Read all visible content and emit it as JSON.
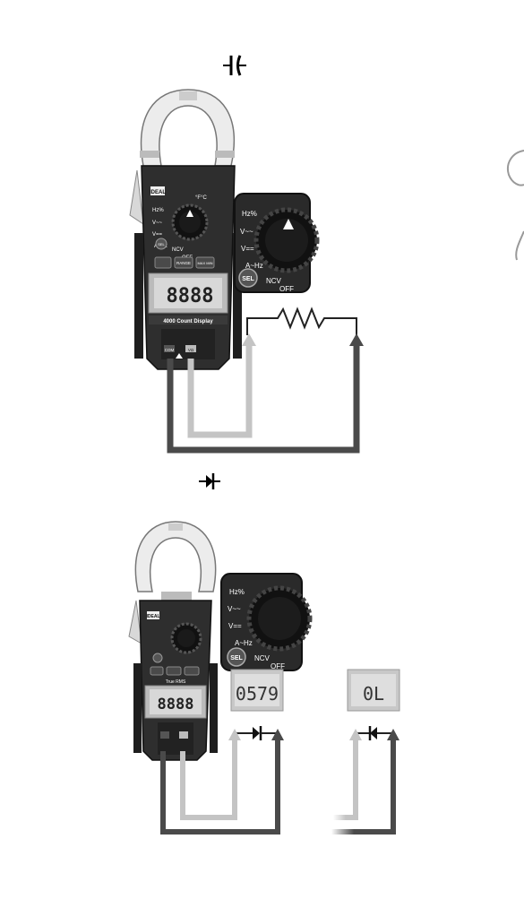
{
  "sections": [
    {
      "symbol_icon": "capacitor-symbol-icon",
      "meter": {
        "brand": "IDEAL",
        "dial_labels": [
          "Hz%",
          "V~~",
          "V==",
          "A~Hz",
          "NCV",
          "OFF",
          "°F°C"
        ],
        "buttons": [
          "SEL",
          "RANGE",
          "MAX MIN"
        ],
        "display_value": "8888",
        "display_caption": "4000 Count Display",
        "jacks": [
          "COM",
          "VΩ"
        ]
      },
      "dial_closeup": {
        "labels": [
          "Hz%",
          "V~~",
          "V==",
          "A~Hz",
          "NCV",
          "OFF"
        ],
        "button": "SEL"
      },
      "component_icon": "resistor-icon"
    },
    {
      "symbol_icon": "diode-symbol-icon",
      "meter": {
        "brand": "IDEAL",
        "display_value": "8888",
        "caption": "True RMS"
      },
      "dial_closeup": {
        "labels": [
          "Hz%",
          "V~~",
          "V==",
          "A~Hz",
          "NCV",
          "OFF"
        ],
        "button": "SEL"
      },
      "readings": [
        {
          "value": "0579",
          "bias": "forward"
        },
        {
          "value": "0L",
          "bias": "reverse"
        }
      ]
    }
  ],
  "colors": {
    "red_lead": "#4a4a4a",
    "black_lead": "#c4c4c4",
    "meter_body": "#2e2e2e",
    "jaw": "#ececec",
    "lcd": "#d8d8d8"
  }
}
